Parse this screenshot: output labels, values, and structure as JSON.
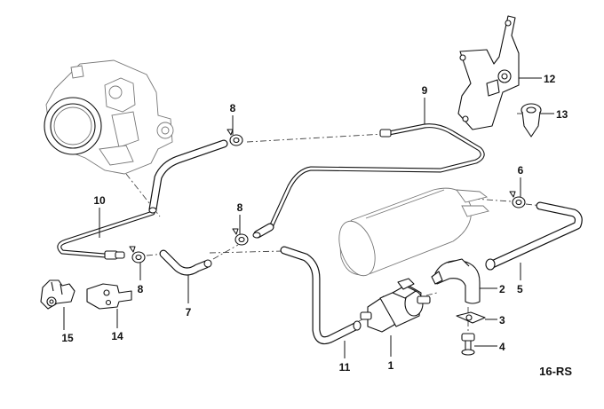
{
  "diagram": {
    "drawing_code": "16-RS",
    "callouts": [
      "1",
      "2",
      "3",
      "4",
      "5",
      "6",
      "7",
      "8",
      "8",
      "8",
      "9",
      "10",
      "11",
      "12",
      "13",
      "14",
      "15"
    ]
  }
}
